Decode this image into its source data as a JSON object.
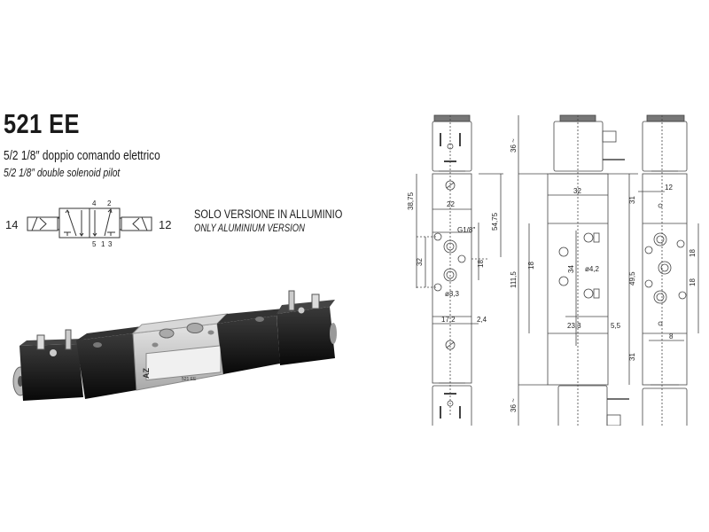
{
  "product": {
    "code": "521 EE",
    "description_it": "5/2 1/8″ doppio comando elettrico",
    "description_en": "5/2 1/8″ double solenoid pilot",
    "note_it": "SOLO VERSIONE IN ALLUMINIO",
    "note_en": "ONLY ALUMINIUM VERSION"
  },
  "symbol": {
    "pilot_left": "14",
    "pilot_right": "12",
    "ports_top": [
      "4",
      "2"
    ],
    "ports_bottom": [
      "5",
      "1",
      "3"
    ]
  },
  "photo": {
    "label_model": "521 EE",
    "label_brand": "AZ"
  },
  "drawings": {
    "front_view": {
      "dims": {
        "height_top": "38,75",
        "width_body": "22",
        "port_thread": "G1/8″",
        "mount_spacing": "32",
        "hole_dia": "ø3,3",
        "offset_a": "17,2",
        "offset_b": "2,4",
        "total_height": "54,75",
        "port_spacing": "18",
        "equal_mark": "="
      }
    },
    "side_view": {
      "dims": {
        "coil_height_top": "36 ~",
        "coil_height_bottom": "36 ~",
        "body_width": "32",
        "end_top": "31",
        "end_bottom": "31",
        "overall": "111,5",
        "center_block": "49,5",
        "port_spacing": "18",
        "hole_spacing": "34",
        "hole_dia": "ø4,2",
        "offset_a": "23,3",
        "offset_b": "5,5",
        "equal_mark": "="
      }
    },
    "rear_view": {
      "dims": {
        "top_offset": "12",
        "bottom_offset": "8",
        "port_spacing_a": "18",
        "port_spacing_b": "18",
        "equal_mark": "="
      }
    }
  }
}
